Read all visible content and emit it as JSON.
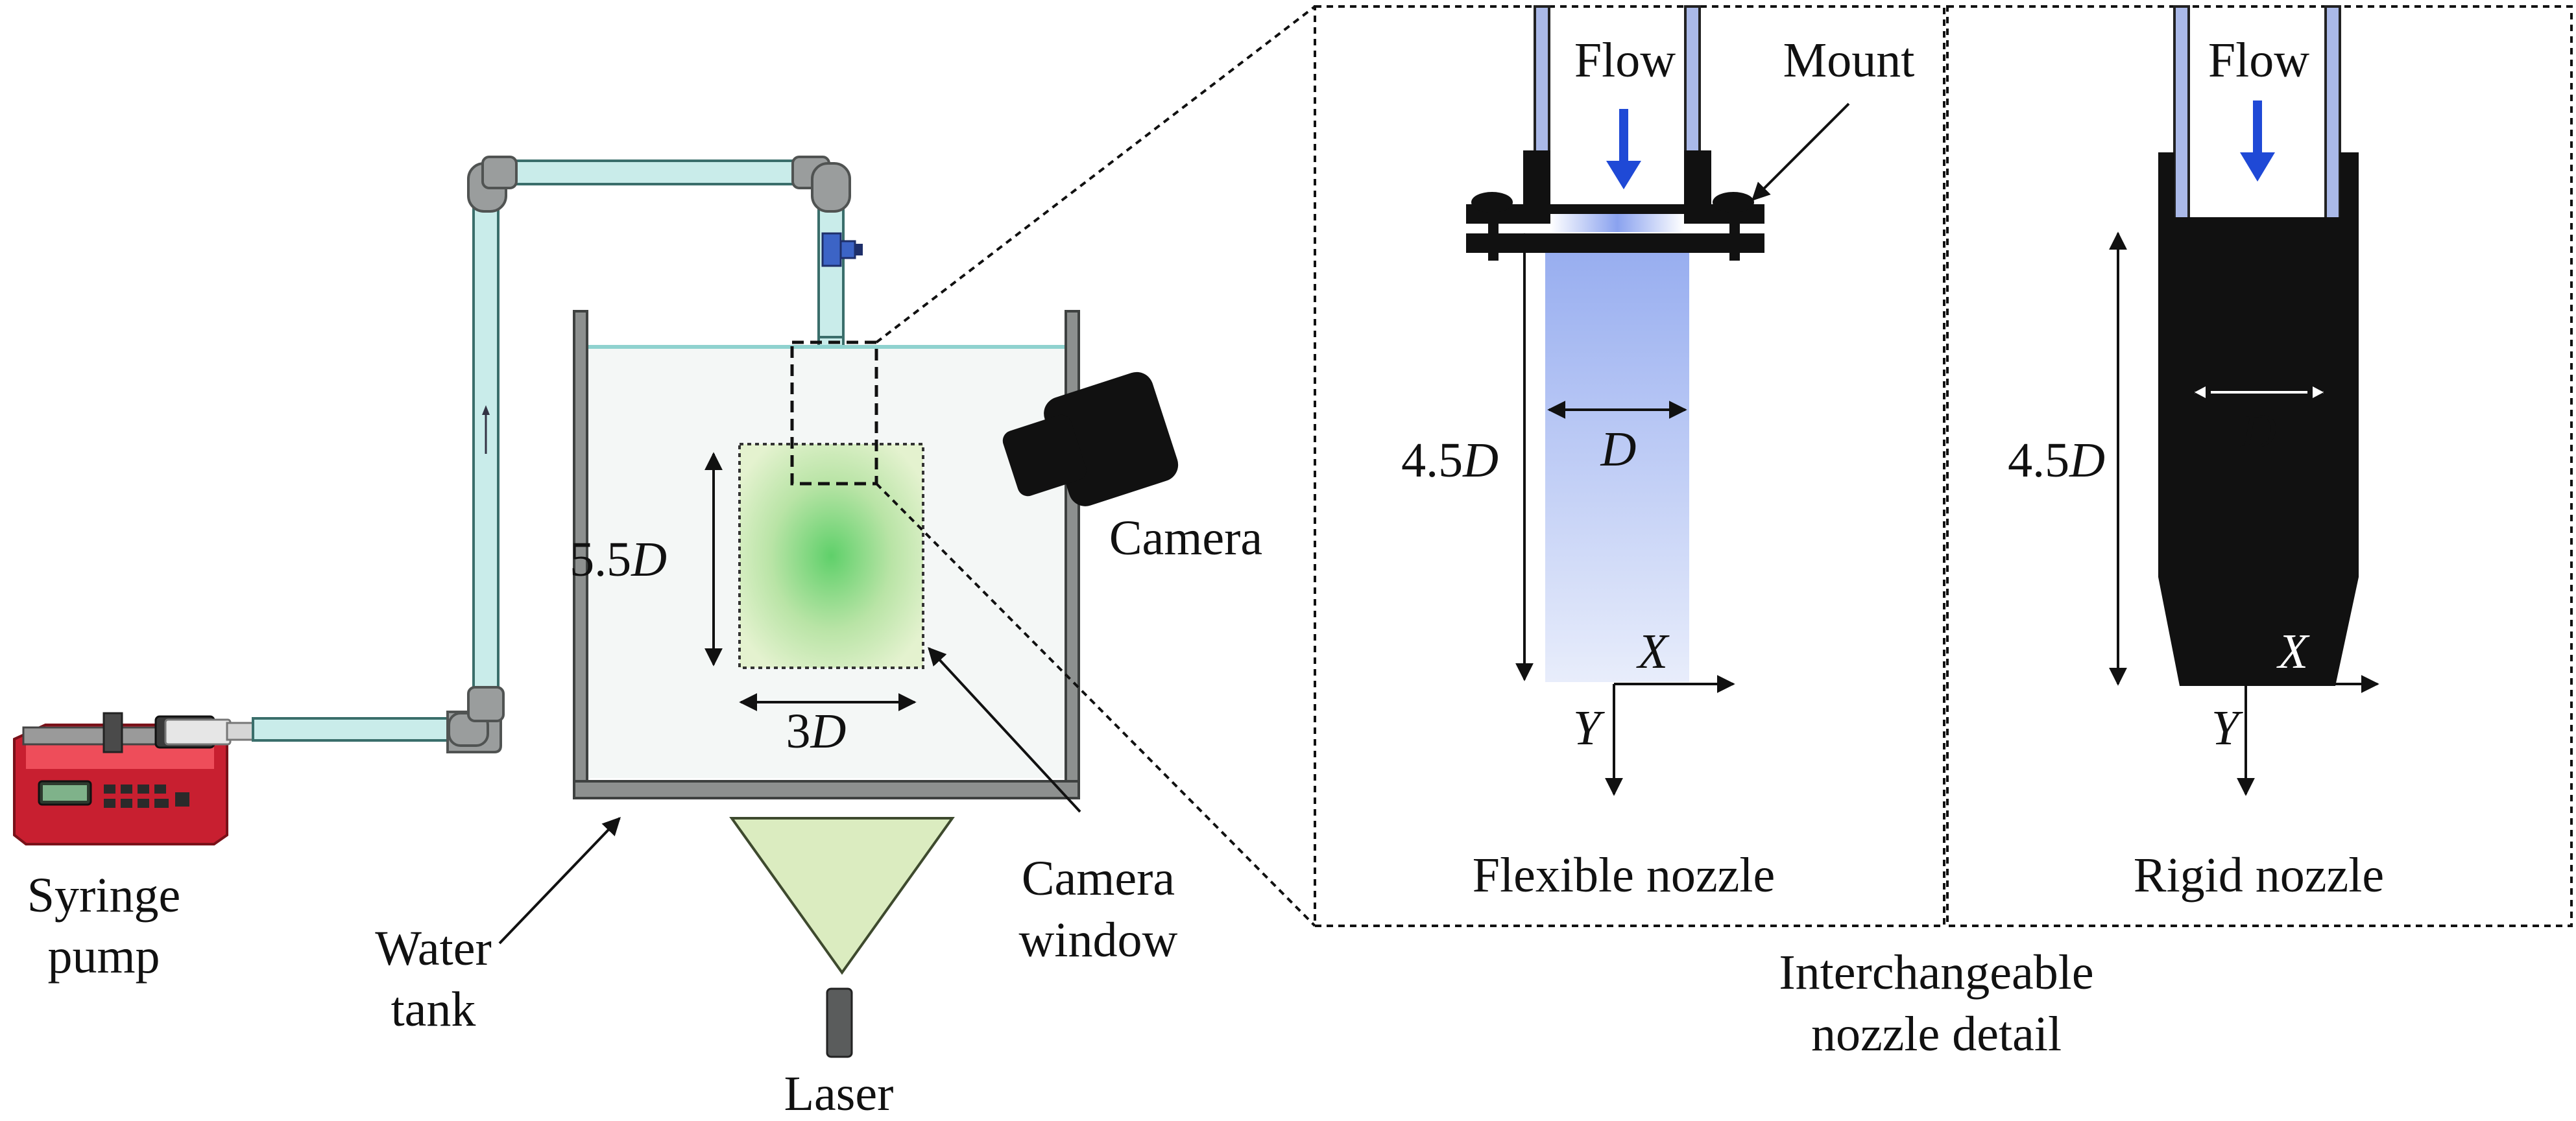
{
  "labels": {
    "syringe_pump_line1": "Syringe",
    "syringe_pump_line2": "pump",
    "water_tank_line1": "Water",
    "water_tank_line2": "tank",
    "laser": "Laser",
    "camera": "Camera",
    "camera_window_line1": "Camera",
    "camera_window_line2": "window",
    "interchangeable_line1": "Interchangeable",
    "interchangeable_line2": "nozzle detail"
  },
  "dimensions": {
    "window_height_num": "5.5",
    "window_width_num": "3",
    "nozzle_length_num": "4.5",
    "diameter": "D"
  },
  "flexible_panel": {
    "flow": "Flow",
    "mount": "Mount",
    "caption": "Flexible nozzle",
    "x_axis": "X",
    "y_axis": "Y"
  },
  "rigid_panel": {
    "flow": "Flow",
    "caption": "Rigid nozzle",
    "x_axis": "X",
    "y_axis": "Y"
  },
  "colors": {
    "pipe": "#c9ecea",
    "pipe_edge": "#3a6e6b",
    "tank_wall": "#8d908f",
    "water": "#f4f7f6",
    "water_line": "#8fd2cf",
    "laser_sheet": "#dbecc0",
    "flow_arrow": "#1f49d6",
    "valve": "#3c64c6",
    "pump_body": "#d8283a",
    "nozzle_flex": "#b8c8f1",
    "nozzle_rigid": "#111111"
  }
}
